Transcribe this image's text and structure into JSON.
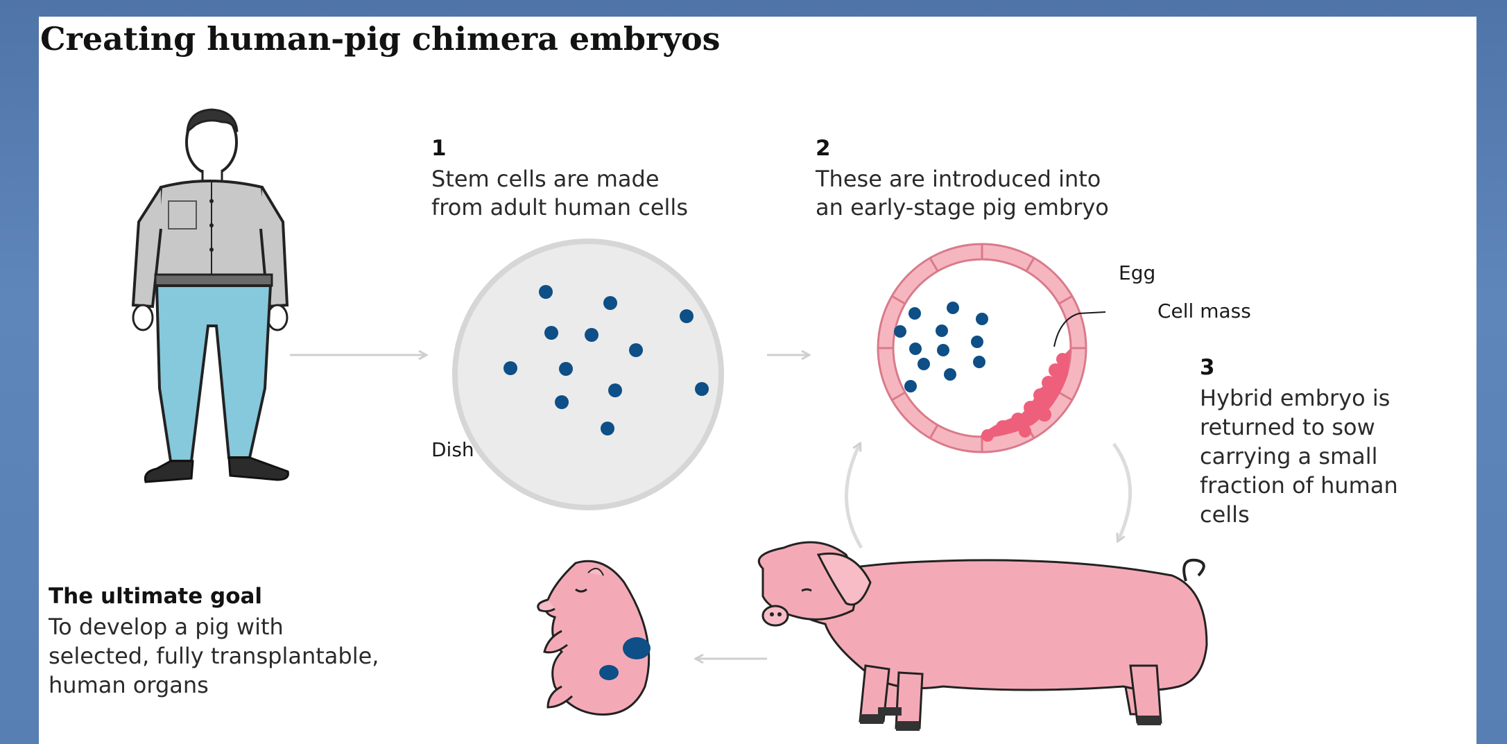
{
  "title": "Creating human-pig chimera embryos",
  "steps": [
    {
      "number": "1",
      "lines": [
        "Stem cells are made",
        "from adult human cells"
      ]
    },
    {
      "number": "2",
      "lines": [
        "These are introduced into",
        "an early-stage pig embryo"
      ]
    },
    {
      "number": "3",
      "lines": [
        "Hybrid embryo is",
        "returned to sow",
        "carrying a small",
        "fraction of human",
        "cells"
      ]
    }
  ],
  "labels": {
    "dish": "Dish",
    "egg": "Egg",
    "cell_mass": "Cell mass"
  },
  "goal": {
    "heading": "The ultimate goal",
    "lines": [
      "To develop a pig with",
      "selected, fully transplantable,",
      "human organs"
    ]
  },
  "colors": {
    "cell_blue": "#0d4f86",
    "pink_light": "#f6b6c0",
    "pink_strong": "#ee5f7b",
    "shirt_gray": "#c8c8c8",
    "jeans_blue": "#86c8dc",
    "dish_gray": "#ebebeb",
    "arrow_gray": "#cfcfcf"
  },
  "icons": [
    "man-figure",
    "petri-dish",
    "egg-embryo",
    "sow-pig",
    "pig-fetus",
    "arrow-right",
    "arrow-left",
    "cycle-arrow-down",
    "cycle-arrow-up"
  ]
}
